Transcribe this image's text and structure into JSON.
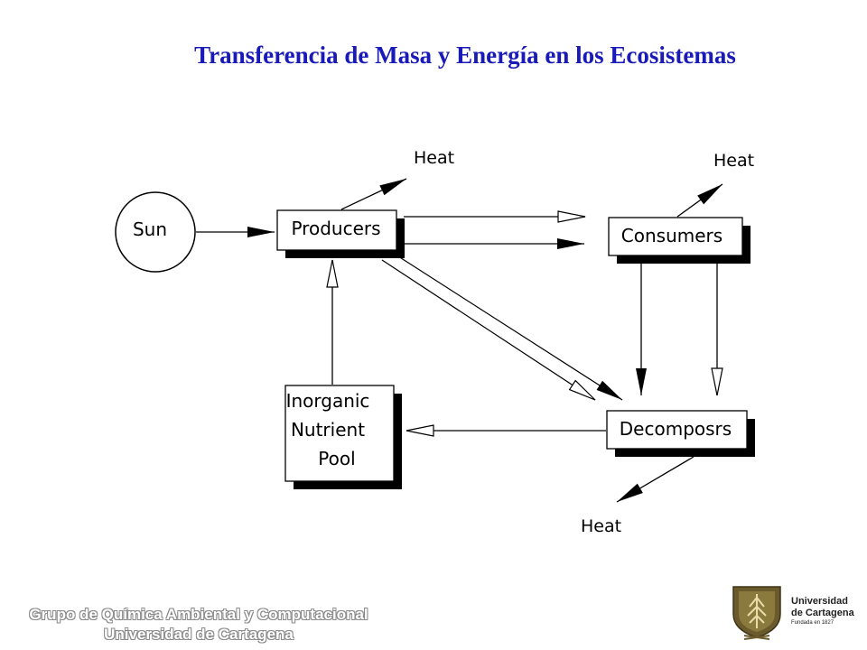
{
  "title": "Transferencia de Masa y Energía en los Ecosistemas",
  "diagram": {
    "nodes": {
      "sun": "Sun",
      "producers": "Producers",
      "consumers": "Consumers",
      "decomposers": "Decomposrs",
      "inorganic_pool": [
        "Inorganic",
        "Nutrient",
        "Pool"
      ]
    },
    "heat_labels": {
      "producers": "Heat",
      "consumers": "Heat",
      "decomposers": "Heat"
    }
  },
  "footer": {
    "line1": "Grupo de Química Ambiental y Computacional",
    "line2": "Universidad de Cartagena"
  },
  "logo": {
    "name_line1": "Universidad",
    "name_line2": "de Cartagena",
    "founded": "Fundada en 1827"
  }
}
